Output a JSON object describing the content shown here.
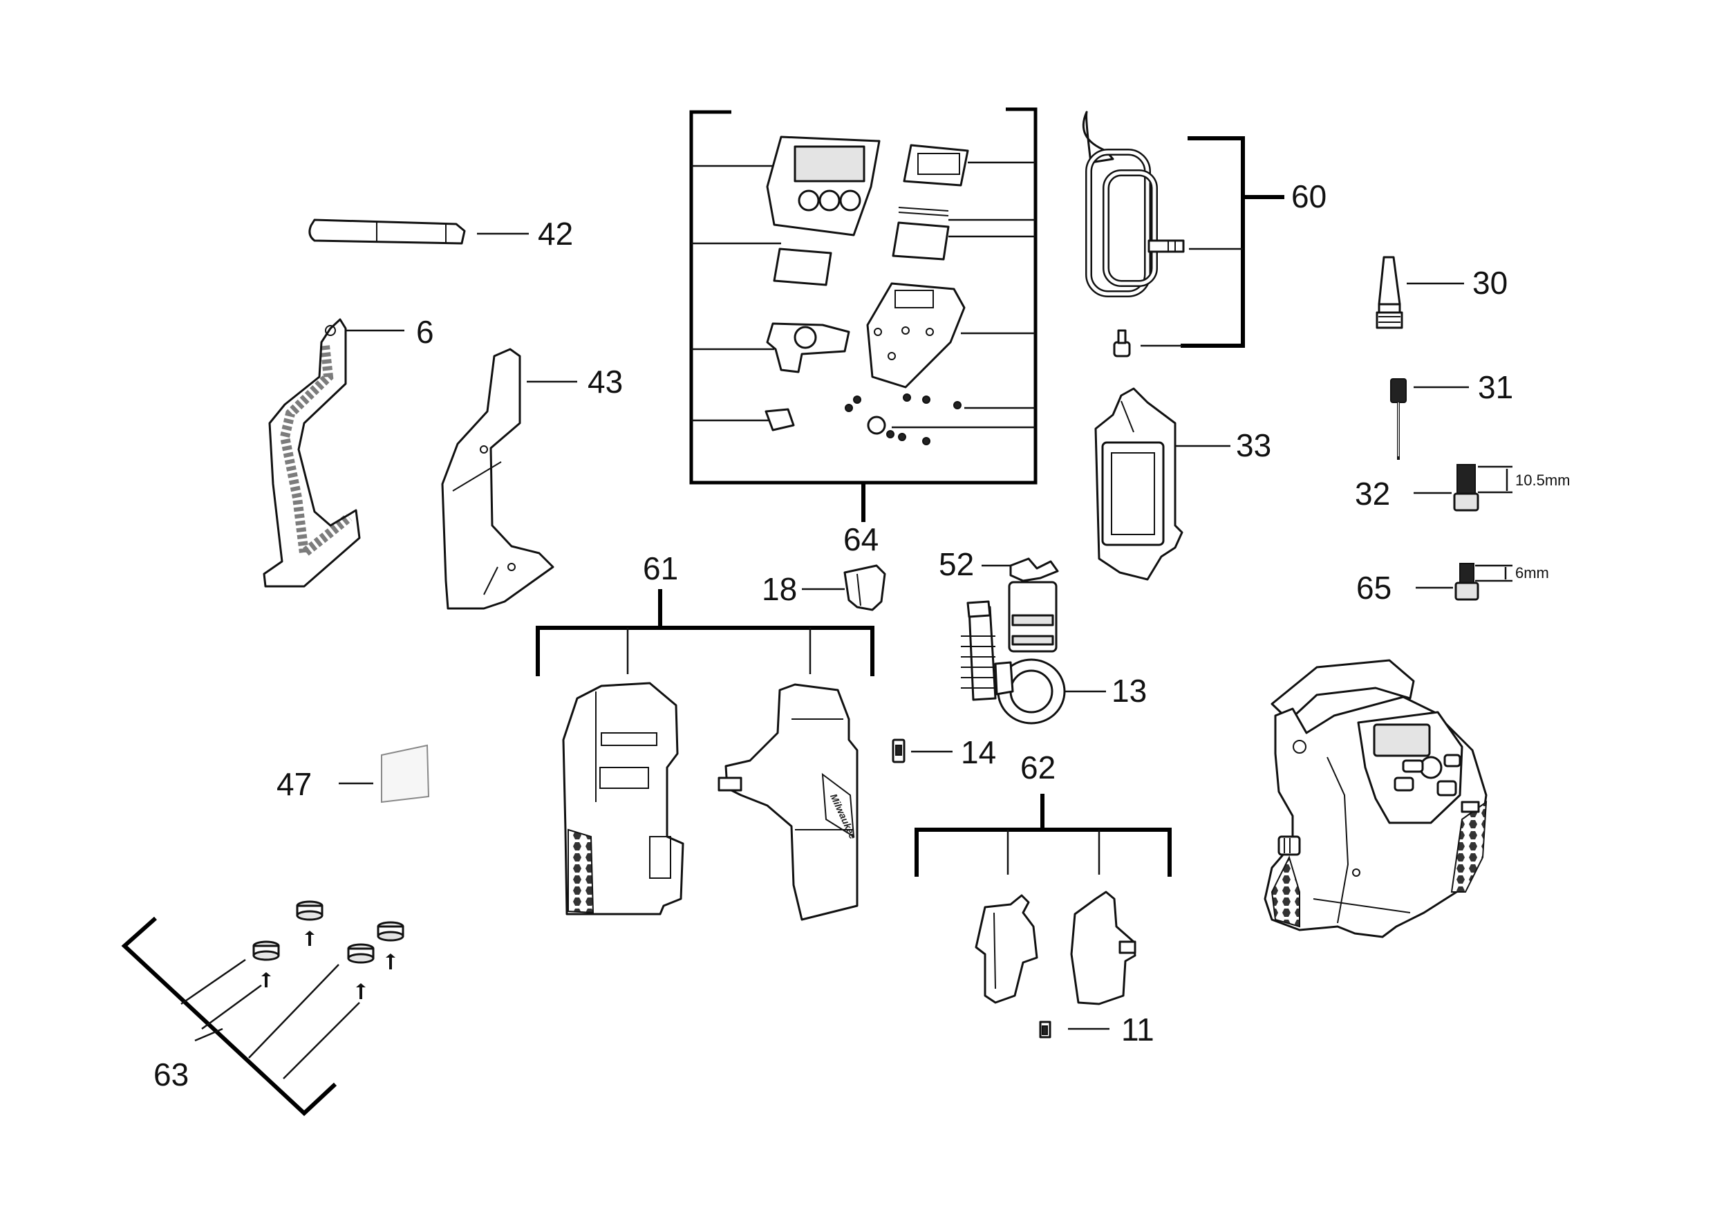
{
  "callouts": {
    "p42": "42",
    "p6": "6",
    "p43": "43",
    "p64": "64",
    "p60": "60",
    "p30": "30",
    "p31": "31",
    "p32": "32",
    "p65": "65",
    "p33": "33",
    "p52": "52",
    "p18": "18",
    "p61": "61",
    "p13": "13",
    "p14": "14",
    "p47": "47",
    "p62": "62",
    "p11": "11",
    "p63": "63"
  },
  "dimensions": {
    "p32": "10.5mm",
    "p65": "6mm"
  }
}
